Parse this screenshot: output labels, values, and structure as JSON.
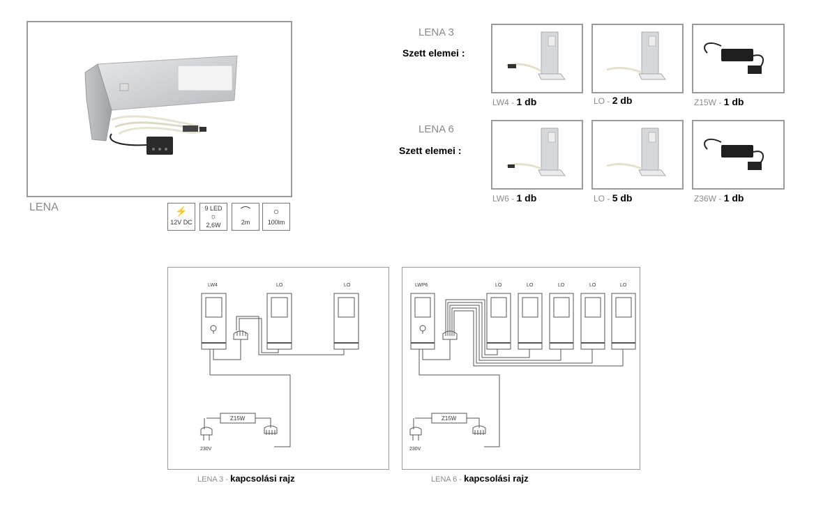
{
  "product": {
    "name": "LENA",
    "specs": [
      {
        "icon": "lightning-icon",
        "line1": "",
        "line2": "12V DC"
      },
      {
        "icon": "led-icon",
        "line1": "9 LED",
        "line2": "2,6W"
      },
      {
        "icon": "cable-icon",
        "line1": "",
        "line2": "2m"
      },
      {
        "icon": "lumen-icon",
        "line1": "",
        "line2": "100lm"
      }
    ]
  },
  "sets": [
    {
      "title": "LENA 3",
      "subtitle": "Szett elemei :",
      "items": [
        {
          "code": "LW4 -",
          "qty": "1 db"
        },
        {
          "code": "LO -",
          "qty": "2 db"
        },
        {
          "code": "Z15W -",
          "qty": "1 db"
        }
      ]
    },
    {
      "title": "LENA 6",
      "subtitle": "Szett elemei :",
      "items": [
        {
          "code": "LW6 -",
          "qty": "1 db"
        },
        {
          "code": "LO -",
          "qty": "5 db"
        },
        {
          "code": "Z36W -",
          "qty": "1 db"
        }
      ]
    }
  ],
  "diagrams": [
    {
      "caption_prefix": "LENA 3 -",
      "caption": "kapcsolási rajz",
      "main_unit": "LW4",
      "units": [
        "LO",
        "LO"
      ],
      "driver": "Z15W",
      "voltage": "230V"
    },
    {
      "caption_prefix": "LENA 6 -",
      "caption": "kapcsolási rajz",
      "main_unit": "LWP6",
      "units": [
        "LO",
        "LO",
        "LO",
        "LO",
        "LO"
      ],
      "driver": "Z15W",
      "voltage": "230V"
    }
  ]
}
